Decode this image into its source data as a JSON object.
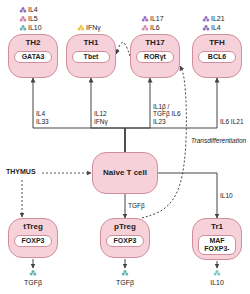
{
  "diagram": {
    "nodes": [
      {
        "text": [
          "TH2"
        ]
      },
      {
        "text": [
          "GATA3"
        ],
        "in": 0
      },
      {
        "text": [
          "TH1"
        ]
      },
      {
        "text": [
          "Tbet"
        ],
        "in": 2
      },
      {
        "text": [
          "TH17"
        ]
      },
      {
        "text": [
          "RORγt"
        ],
        "in": 4
      },
      {
        "text": [
          "TFH"
        ]
      },
      {
        "text": [
          "BCL6"
        ],
        "in": 6
      },
      {
        "text": [
          "Naive T cell"
        ]
      },
      {
        "text": [
          "tTreg"
        ]
      },
      {
        "text": [
          "FOXP3"
        ],
        "in": 9
      },
      {
        "text": [
          "pTreg"
        ]
      },
      {
        "text": [
          "FOXP3"
        ],
        "in": 11
      },
      {
        "text": [
          "Tr1"
        ]
      },
      {
        "text": [
          "MAF FOXP3-"
        ],
        "in": 13
      }
    ],
    "edges": [
      {
        "from": 8,
        "to": 0,
        "arrow": "to",
        "label": "IL4 IL33"
      },
      {
        "from": 8,
        "to": 2,
        "arrow": "to",
        "label": "IL12 IFNγ"
      },
      {
        "from": 8,
        "to": 4,
        "arrow": "to",
        "label": "IL1β / TGFβ IL6 IL23"
      },
      {
        "from": 8,
        "to": 6,
        "arrow": "to",
        "label": "IL6 IL21"
      },
      {
        "from": 4,
        "to": 2,
        "arrow": "to"
      },
      {
        "from": 11,
        "to": 4,
        "arrow": "to",
        "label": "Transdifferentiation"
      },
      {
        "from": 8,
        "to": 11,
        "arrow": "to",
        "label": "TGFβ"
      },
      {
        "from": 8,
        "to": 13,
        "arrow": "to",
        "label": "IL10"
      }
    ],
    "labels": [
      "IL4",
      "IL5",
      "IL10",
      "IFNγ",
      "IL17",
      "IL6",
      "IL21",
      "IL4",
      "THYMUS",
      "TGFβ",
      "TGFβ",
      "IL10"
    ]
  }
}
